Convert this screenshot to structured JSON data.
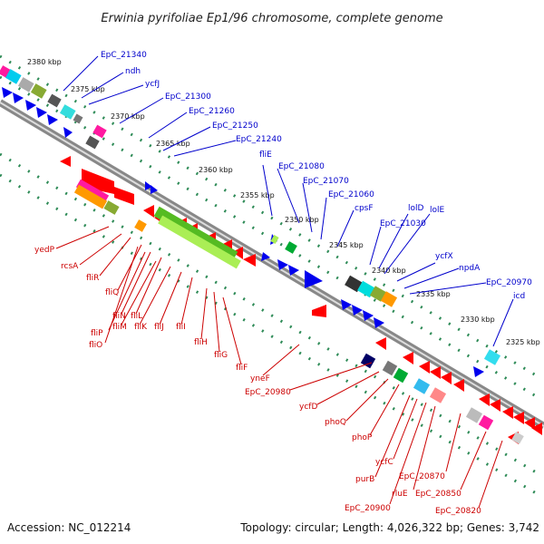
{
  "title": "Erwinia pyrifoliae Ep1/96 chromosome, complete genome",
  "footer": {
    "accession": "Accession: NC_012214",
    "summary": "Topology: circular; Length: 4,026,322 bp; Genes: 3,742"
  },
  "colors": {
    "forward_labels": "#0000cc",
    "reverse_labels": "#cc0000",
    "backbone": "#888888",
    "tick_dots": "#2e8b57"
  },
  "kbp_ticks": [
    "2380 kbp",
    "2375 kbp",
    "2370 kbp",
    "2365 kbp",
    "2360 kbp",
    "2355 kbp",
    "2350 kbp",
    "2345 kbp",
    "2340 kbp",
    "2335 kbp",
    "2330 kbp",
    "2325 kbp"
  ],
  "forward_genes": [
    "EpC_21340",
    "ndh",
    "ycfJ",
    "EpC_21300",
    "EpC_21260",
    "EpC_21250",
    "EpC_21240",
    "fliE",
    "EpC_21080",
    "EpC_21070",
    "EpC_21060",
    "cpsF",
    "lolD",
    "lolE",
    "EpC_21030",
    "ycfX",
    "npdA",
    "EpC_20970",
    "icd"
  ],
  "reverse_genes": [
    "yedP",
    "rcsA",
    "fliR",
    "fliQ",
    "fliN",
    "fliL",
    "fliP",
    "fliM",
    "fliK",
    "fliJ",
    "fliO",
    "fliI",
    "fliH",
    "fliG",
    "fliF",
    "yneF",
    "EpC_20980",
    "ycfD",
    "phoQ",
    "phoP",
    "ycfC",
    "purB",
    "EpC_20870",
    "rluE",
    "EpC_20850",
    "EpC_20900",
    "EpC_20820"
  ]
}
